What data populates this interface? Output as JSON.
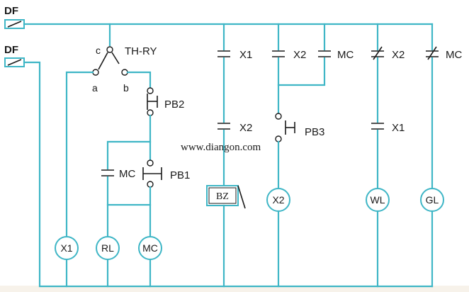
{
  "supply": {
    "df1": "DF",
    "df2": "DF"
  },
  "selector": {
    "name": "TH-RY",
    "common": "c",
    "pos_a": "a",
    "pos_b": "b"
  },
  "left_branch": {
    "pb2": "PB2",
    "pb1": "PB1",
    "mc_hold": "MC",
    "coils": [
      "X1",
      "RL",
      "MC"
    ]
  },
  "rungs": {
    "r1_top": "X1",
    "r1_mid": "X2",
    "r1_load": "BZ",
    "r2_top": "X2",
    "r2_par": "MC",
    "r2_btn": "PB3",
    "r2_coil": "X2",
    "r3_top": "X2",
    "r3_mid": "X1",
    "r3_coil": "WL",
    "r4_top": "MC",
    "r4_coil": "GL"
  },
  "watermark": "www.diangon.com",
  "colors": {
    "wire": "#3fb6c6",
    "text": "#1a1a1a",
    "footer": "#f7f2ea"
  }
}
